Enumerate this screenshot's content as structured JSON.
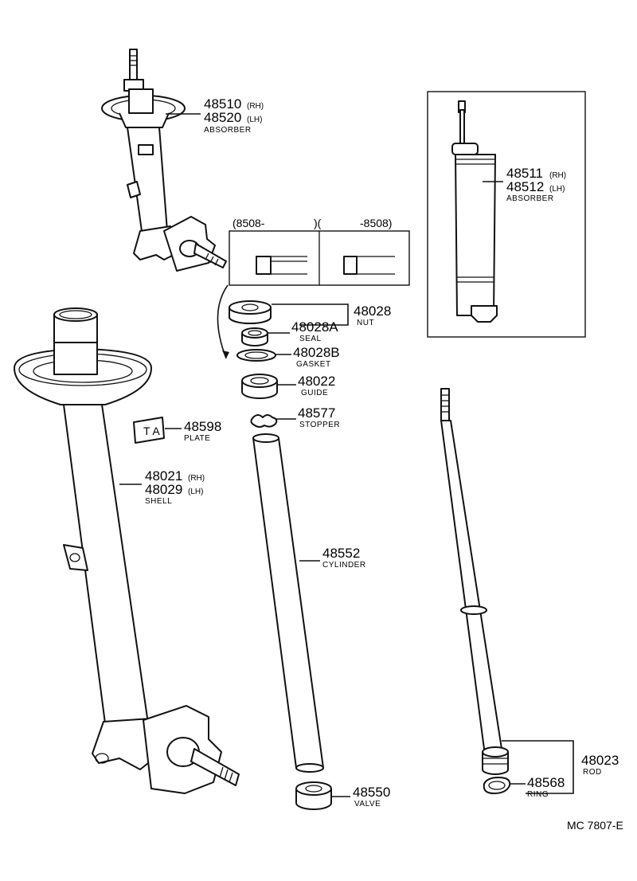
{
  "diagram_code": "MC 7807-E",
  "date_ranges": {
    "left": "(8508-",
    "right": "-8508)"
  },
  "plate_marking": "T A",
  "parts": {
    "absorber_48510": {
      "number": "48510",
      "suffix": "(RH)"
    },
    "absorber_48520": {
      "number": "48520",
      "suffix": "(LH)",
      "name": "ABSORBER"
    },
    "absorber_48511": {
      "number": "48511",
      "suffix": "(RH)"
    },
    "absorber_48512": {
      "number": "48512",
      "suffix": "(LH)",
      "name": "ABSORBER"
    },
    "nut": {
      "number": "48028",
      "name": "NUT"
    },
    "seal": {
      "number": "48028A",
      "name": "SEAL"
    },
    "gasket": {
      "number": "48028B",
      "name": "GASKET"
    },
    "guide": {
      "number": "48022",
      "name": "GUIDE"
    },
    "stopper": {
      "number": "48577",
      "name": "STOPPER"
    },
    "plate": {
      "number": "48598",
      "name": "PLATE"
    },
    "shell_48021": {
      "number": "48021",
      "suffix": "(RH)"
    },
    "shell_48029": {
      "number": "48029",
      "suffix": "(LH)",
      "name": "SHELL"
    },
    "cylinder": {
      "number": "48552",
      "name": "CYLINDER"
    },
    "valve": {
      "number": "48550",
      "name": "VALVE"
    },
    "rod": {
      "number": "48023",
      "name": "ROD"
    },
    "ring": {
      "number": "48568",
      "name": "RING"
    }
  }
}
